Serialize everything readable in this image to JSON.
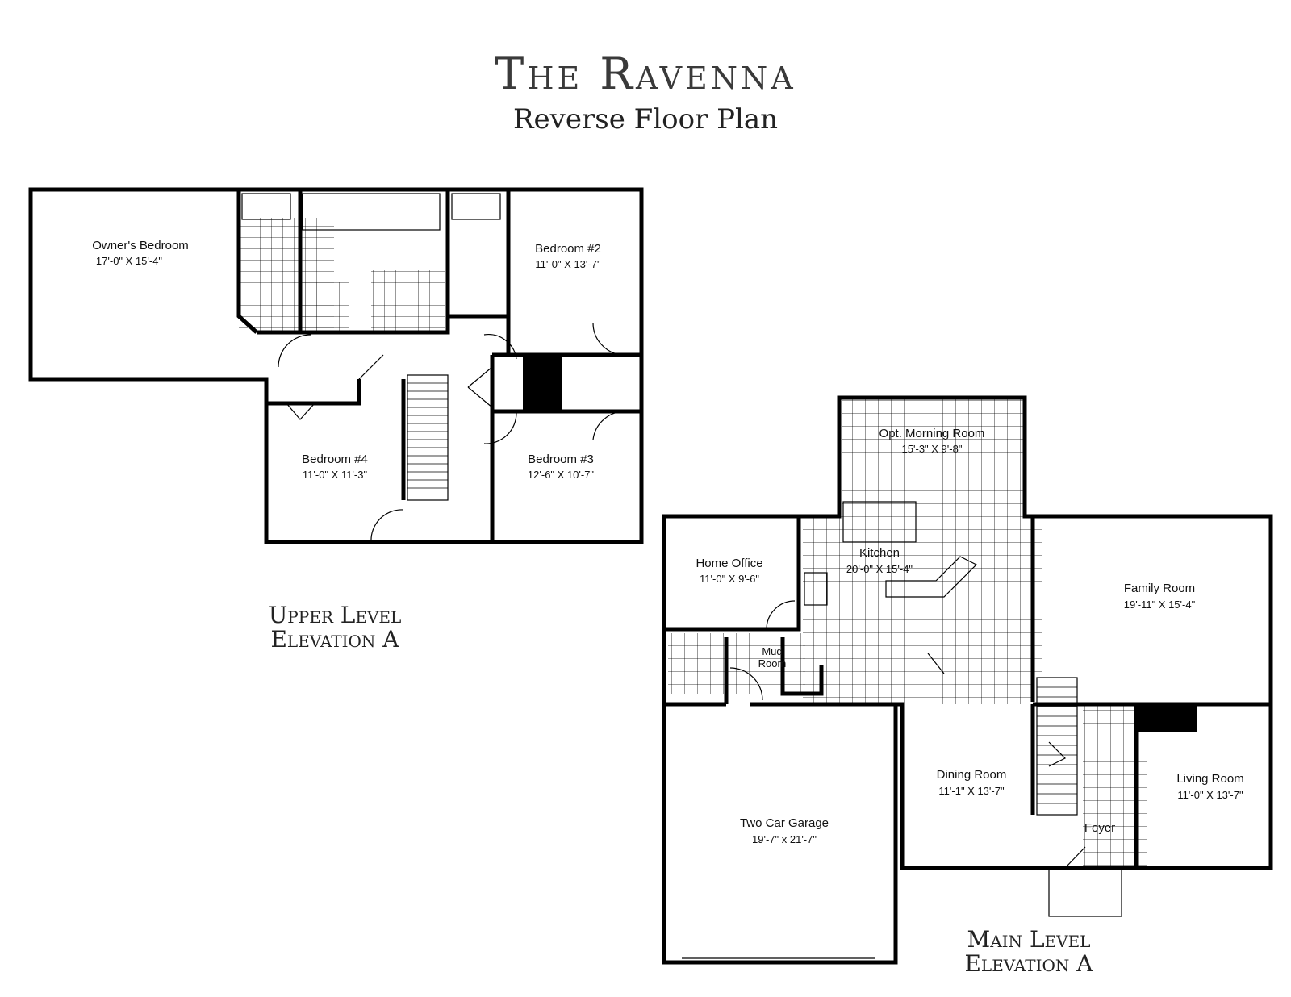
{
  "title": "The Ravenna",
  "subtitle": "Reverse Floor Plan",
  "upper_level": {
    "label": "Upper Level",
    "elevation": "Elevation A",
    "rooms": [
      {
        "name": "Owner's Bedroom",
        "dims": "17'-0\" X 15'-4\""
      },
      {
        "name": "Bedroom #2",
        "dims": "11'-0\" X 13'-7\""
      },
      {
        "name": "Bedroom #4",
        "dims": "11'-0\" X 11'-3\""
      },
      {
        "name": "Bedroom #3",
        "dims": "12'-6\" X 10'-7\""
      }
    ]
  },
  "main_level": {
    "label": "Main Level",
    "elevation": "Elevation A",
    "rooms": [
      {
        "name": "Opt. Morning Room",
        "dims": "15'-3\" X 9'-8\""
      },
      {
        "name": "Kitchen",
        "dims": "20'-0\" X 15'-4\""
      },
      {
        "name": "Home Office",
        "dims": "11'-0\" X 9'-6\""
      },
      {
        "name": "Family Room",
        "dims": "19'-11\" X 15'-4\""
      },
      {
        "name": "Mud",
        "dims": "Room"
      },
      {
        "name": "Dining Room",
        "dims": "11'-1\" X 13'-7\""
      },
      {
        "name": "Living Room",
        "dims": "11'-0\" X 13'-7\""
      },
      {
        "name": "Two Car Garage",
        "dims": "19'-7\" x 21'-7\""
      },
      {
        "name": "Foyer",
        "dims": ""
      }
    ]
  }
}
